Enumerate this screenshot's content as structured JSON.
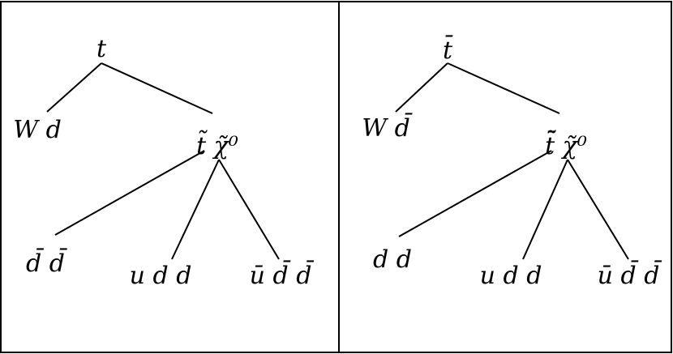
{
  "panels": [
    {
      "root": "t",
      "left_child": "W d",
      "right_child": "t̃ χ̃⁰",
      "leaves": [
        "d̄ d̄",
        "u d d",
        "ū d̄ d̄"
      ]
    },
    {
      "root": "t̄",
      "left_child": "W d̄",
      "right_child": "t̃̄ χ̃⁰",
      "leaves": [
        "d d",
        "u d d",
        "ū d̄ d̄"
      ]
    }
  ]
}
